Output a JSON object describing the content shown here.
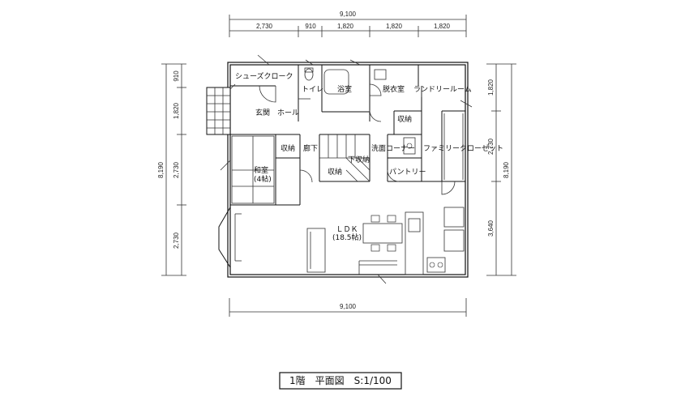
{
  "dimensions": {
    "top_total": "9,100",
    "top_segments": [
      "2,730",
      "910",
      "1,820",
      "1,820",
      "1,820"
    ],
    "bottom_total": "9,100",
    "left_total": "8,190",
    "left_segments": [
      "910",
      "1,820",
      "2,730",
      "2,730"
    ],
    "right_total": "8,190",
    "right_segments": [
      "1,820",
      "2,730",
      "3,640"
    ]
  },
  "rooms": {
    "shoes_cloak": "シューズクローク",
    "toilet": "トイレ",
    "bath": "浴室",
    "dressing": "脱衣室",
    "laundry": "ランドリールーム",
    "entrance": "玄関",
    "hall": "ホール",
    "storage_1": "収納",
    "storage_2": "収納",
    "storage_3": "収納",
    "corridor": "廊下",
    "washbasin": "洗面コーナー",
    "family_closet": "ファミリークローゼット",
    "pantry": "パントリー",
    "stairs_mark": "下収納",
    "japanese_room": "和室",
    "japanese_room_size": "(4帖)",
    "ldk": "ＬＤＫ",
    "ldk_size": "(18.5帖)"
  },
  "title": "1階　平面図　S:1/100"
}
